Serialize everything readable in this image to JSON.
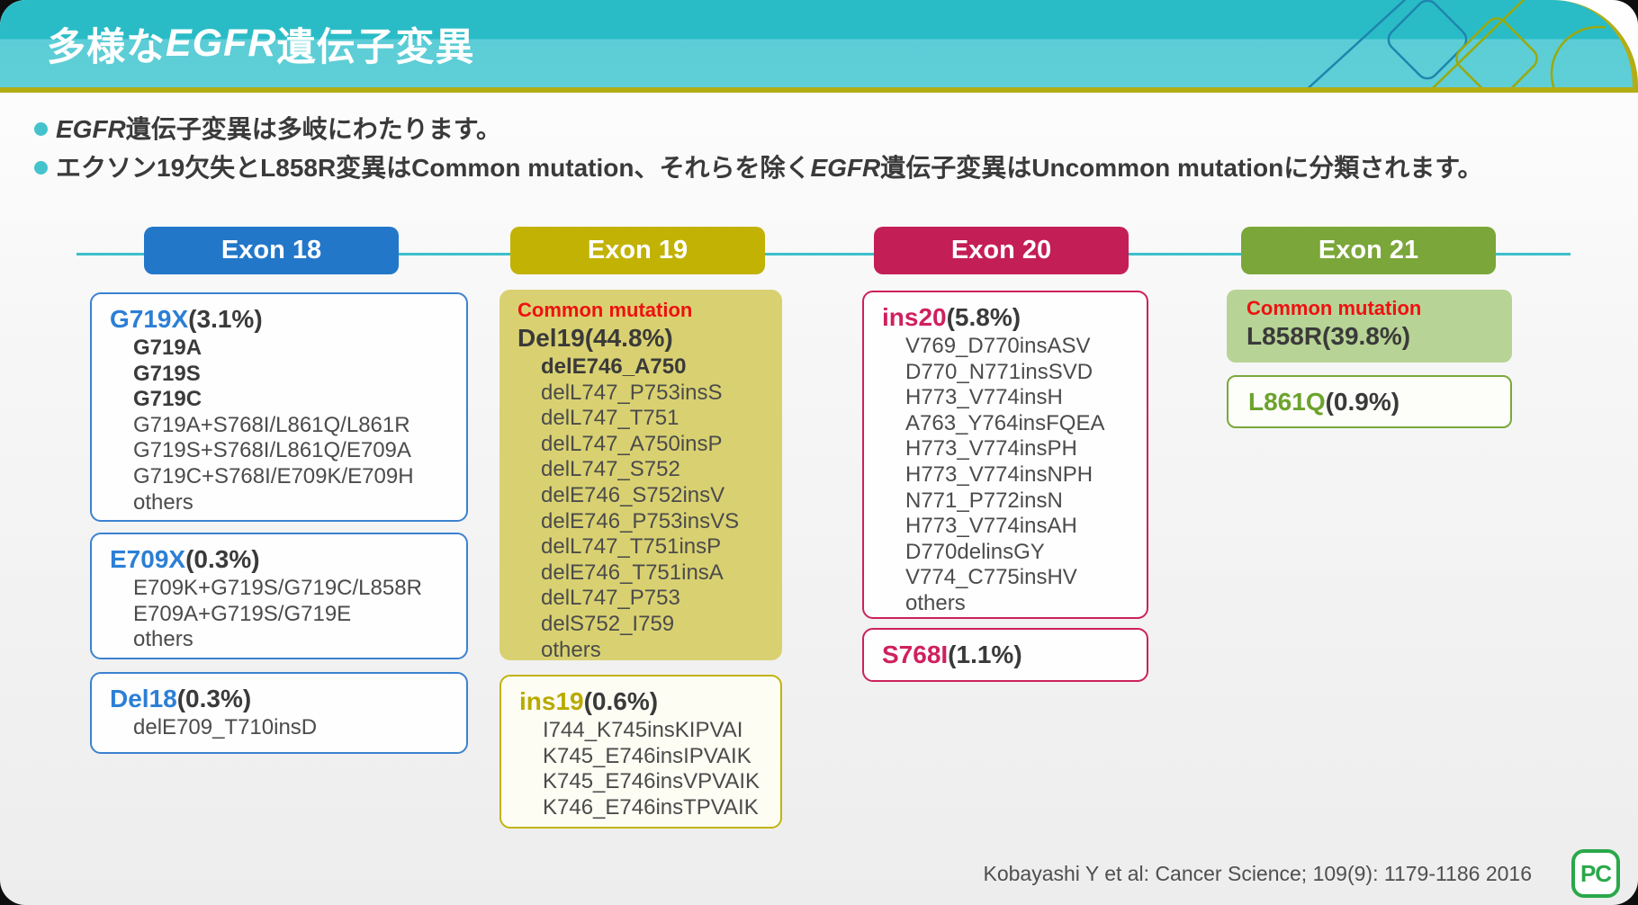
{
  "header": {
    "title": {
      "prefix": "多様な",
      "italic": "EGFR",
      "suffix": "遺伝子変異"
    }
  },
  "bullets": [
    {
      "pre": "",
      "italic": "EGFR",
      "post": "遺伝子変異は多岐にわたります。"
    },
    {
      "pre": "エクソン19欠失とL858R変異はCommon mutation、それらを除く",
      "italic": "EGFR",
      "post": "遺伝子変異はUncommon mutationに分類されます。"
    }
  ],
  "exon_labels": {
    "exon18": "Exon 18",
    "exon19": "Exon 19",
    "exon20": "Exon 20",
    "exon21": "Exon 21"
  },
  "exon18": {
    "g719x": {
      "title": "G719X",
      "pct": "(3.1%)",
      "items": [
        "G719A",
        "G719S",
        "G719C",
        "G719A+S768I/L861Q/L861R",
        "G719S+S768I/L861Q/E709A",
        "G719C+S768I/E709K/E709H",
        "others"
      ]
    },
    "e709x": {
      "title": "E709X",
      "pct": "(0.3%)",
      "items": [
        "E709K+G719S/G719C/L858R",
        "E709A+G719S/G719E",
        "others"
      ]
    },
    "del18": {
      "title": "Del18",
      "pct": "(0.3%)",
      "items": [
        "delE709_T710insD"
      ]
    }
  },
  "exon19": {
    "del19": {
      "common": "Common mutation",
      "title": "Del19(44.8%)",
      "items": [
        "delE746_A750",
        "delL747_P753insS",
        "delL747_T751",
        "delL747_A750insP",
        "delL747_S752",
        "delE746_S752insV",
        "delE746_P753insVS",
        "delL747_T751insP",
        "delE746_T751insA",
        "delL747_P753",
        "delS752_I759",
        "others"
      ]
    },
    "ins19": {
      "title": "ins19",
      "pct": "(0.6%)",
      "items": [
        "I744_K745insKIPVAI",
        "K745_E746insIPVAIK",
        "K745_E746insVPVAIK",
        "K746_E746insTPVAIK"
      ]
    }
  },
  "exon20": {
    "ins20": {
      "title": "ins20",
      "pct": "(5.8%)",
      "items": [
        "V769_D770insASV",
        "D770_N771insSVD",
        "H773_V774insH",
        "A763_Y764insFQEA",
        "H773_V774insPH",
        "H773_V774insNPH",
        "N771_P772insN",
        "H773_V774insAH",
        "D770delinsGY",
        "V774_C775insHV",
        "others"
      ]
    },
    "s768i": {
      "title": "S768I",
      "pct": "(1.1%)"
    }
  },
  "exon21": {
    "l858r": {
      "common": "Common mutation",
      "title": "L858R(39.8%)"
    },
    "l861q": {
      "title": "L861Q",
      "pct": "(0.9%)"
    }
  },
  "footer": {
    "citation": "Kobayashi Y et al: Cancer Science; 109(9): 1179-1186 2016",
    "logo": "PC"
  },
  "colors": {
    "header_teal_dark": "#29bcc7",
    "header_teal_light": "#5ccdd6",
    "olive_line": "#b3ad15",
    "exon18_blue": "#2377c9",
    "exon19_olive": "#c2b204",
    "exon20_crimson": "#c41e57",
    "exon21_green": "#7ba639",
    "del19_fill": "#d9d171",
    "l858r_fill": "#b7d395",
    "common_red": "#ee1111",
    "strip_teal": "#3cc0ca",
    "logo_green": "#2aa84a"
  }
}
